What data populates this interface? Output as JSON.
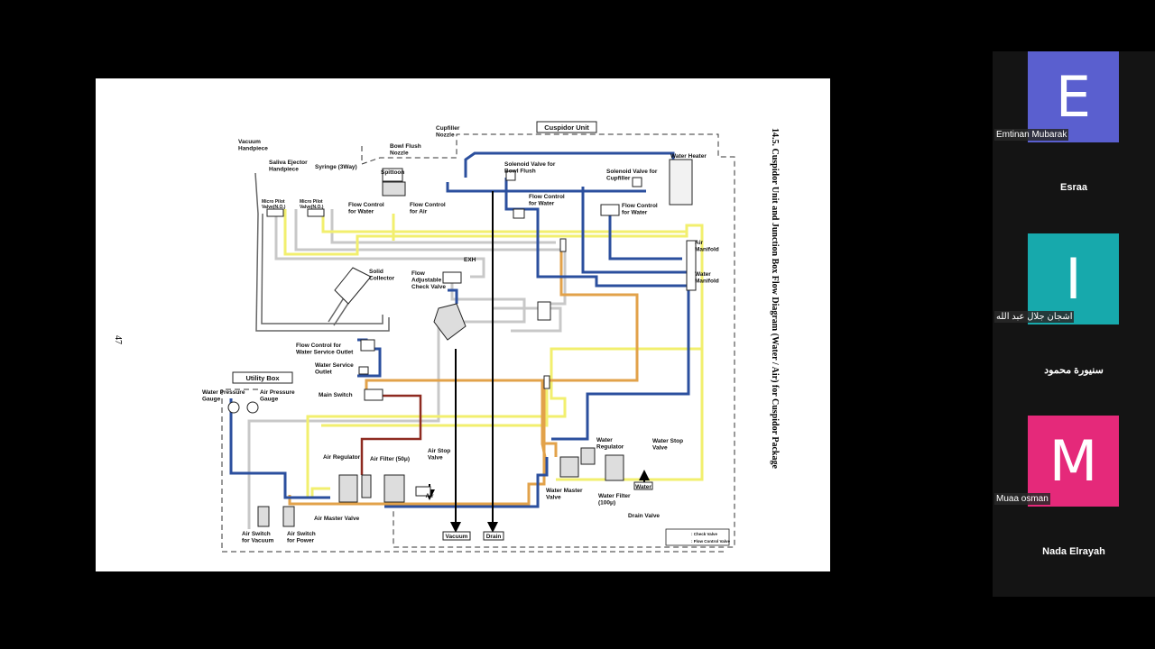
{
  "document": {
    "page_number": "47",
    "caption": "14.5. Cuspidor Unit and Junction Box Flow Diagram (Water / Air) for Cuspidor Package",
    "labels": {
      "cuspidor_unit": "Cuspidor Unit",
      "utility_box": "Utility Box",
      "vacuum_handpiece": [
        "Vacuum",
        "Handpiece"
      ],
      "saliva_ejector": [
        "Saliva Ejector",
        "Handpiece"
      ],
      "syringe": "Syringe (3Way)",
      "bowl_flush_nozzle": [
        "Bowl Flush",
        "Nozzle"
      ],
      "cupfiller_nozzle": [
        "Cupfiller",
        "Nozzle"
      ],
      "spittoon": "Spittoon",
      "solenoid_bowl": [
        "Solenoid Valve for",
        "Bowl Flush"
      ],
      "solenoid_cup": [
        "Solenoid Valve for",
        "Cupfiller"
      ],
      "water_heater": "Water Heater",
      "micro_pilot_1": [
        "Micro Pilot",
        "Valve(N.O.)"
      ],
      "micro_pilot_2": [
        "Micro Pilot",
        "Valve(N.O.)"
      ],
      "flow_control_water_1": [
        "Flow Control",
        "for Water"
      ],
      "flow_control_air": [
        "Flow Control",
        "for Air"
      ],
      "flow_control_water_2": [
        "Flow Control",
        "for Water"
      ],
      "flow_control_water_3": [
        "Flow Control",
        "for Water"
      ],
      "air_manifold": [
        "Air",
        "Manifold"
      ],
      "water_manifold": [
        "Water",
        "Manifold"
      ],
      "solid_collector": [
        "Solid",
        "Collector"
      ],
      "exh": "EXH",
      "flow_adjustable": [
        "Flow",
        "Adjustable",
        "Check Valve"
      ],
      "flow_control_outlet": [
        "Flow Control for",
        "Water Service Outlet"
      ],
      "water_service_outlet": [
        "Water Service",
        "Outlet"
      ],
      "main_switch": "Main Switch",
      "water_pressure_gauge": [
        "Water Pressure",
        "Gauge"
      ],
      "air_pressure_gauge": [
        "Air Pressure",
        "Gauge"
      ],
      "air_regulator": "Air Regulator",
      "air_filter": "Air Filter (50μ)",
      "air_stop_valve": [
        "Air Stop",
        "Valve"
      ],
      "air": "Air",
      "air_master_valve": "Air Master Valve",
      "air_switch_vacuum": [
        "Air Switch",
        "for Vacuum"
      ],
      "air_switch_power": [
        "Air Switch",
        "for Power"
      ],
      "vacuum": "Vacuum",
      "drain": "Drain",
      "water_regulator": [
        "Water",
        "Regulator"
      ],
      "water_stop_valve": [
        "Water Stop",
        "Valve"
      ],
      "water_master_valve": [
        "Water Master",
        "Valve"
      ],
      "water_filter": [
        "Water Filter",
        "(100μ)"
      ],
      "water": "Water",
      "drain_valve": "Drain Valve",
      "legend_check": ": Check Valve",
      "legend_flow": ": Flow Control Valve"
    }
  },
  "participants": [
    {
      "initial": "E",
      "color": "#5a5fcf",
      "name": "Emtinan Mubarak",
      "has_avatar": true
    },
    {
      "name": "Esraa",
      "has_avatar": false
    },
    {
      "initial": "I",
      "color": "#17a9ac",
      "name": "اشجان جلال عبد الله",
      "has_avatar": true
    },
    {
      "name": "سنيورة محمود",
      "has_avatar": false
    },
    {
      "initial": "M",
      "color": "#e5297a",
      "name": "Muaa osman",
      "has_avatar": true
    },
    {
      "name": "Nada Elrayah",
      "has_avatar": false
    }
  ]
}
